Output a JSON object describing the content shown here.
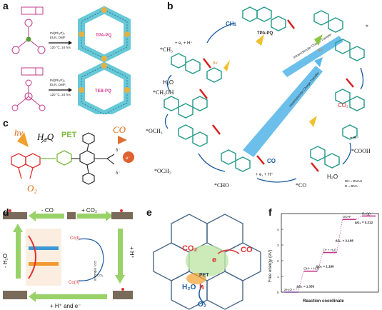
{
  "panels": {
    "a": {
      "label": "a",
      "cond1": [
        "Pd(Ph₃P)₄",
        "Et₃N, DMF",
        "120 °C, 24 hrs"
      ],
      "cond2": [
        "Pd(Ph₃P)₄",
        "Et₃N, DMF,",
        "120 °C, 24 hrs"
      ],
      "framework1": "TPA-PQ",
      "framework2": "TEB-PQ"
    },
    "b": {
      "label": "b",
      "ch4": "CH₄",
      "tpa_pq": "TPA-PQ",
      "ict": "Intramolecular Charge Transfer",
      "ict2": "Intramolecular Charge Transfer",
      "hv": "hv",
      "co2": "CO₂",
      "co": "CO",
      "h2o": "H₂O",
      "star": "*",
      "intermediates": [
        "*CH₃",
        "*CH₃OH",
        "*OCH₃",
        "*OCH₂",
        "*CHO",
        "*CO",
        "*COOH"
      ],
      "step": "+ e, + H⁺",
      "h_plus": "+ H⁺",
      "dh_def": "DH = BNAH",
      "d_def": "D = BNA"
    },
    "c": {
      "label": "c",
      "hv": "hv",
      "h2o": "H₂O",
      "o2": "O₂",
      "pet": "PET",
      "co": "CO",
      "e": "e⁻",
      "delta": "δ⁻"
    },
    "d": {
      "label": "d",
      "minus_co": "- CO",
      "plus_co2": "+ CO₂",
      "minus_h2o": "- H₂O",
      "plus_h": "+ H⁺",
      "bottom": "+ H⁺ and e⁻",
      "co_i": "Co(I)",
      "co_ii": "Co(II)",
      "co2": "CO₂",
      "reduction": "CO₂ reduction"
    },
    "e": {
      "label": "e",
      "co2": "CO₂",
      "co": "CO",
      "pet": "PET",
      "e1": "e",
      "h": "h",
      "h2o": "H₂O",
      "o2": "O₂"
    },
    "f": {
      "label": "f",
      "ylabel": "Free energy (eV)",
      "xlabel": "Reaction coordinate",
      "yticks": [
        "4",
        "3",
        "2",
        "1",
        "0"
      ],
      "species": [
        "2H₂O + *",
        "OH* + H₂O",
        "O* + H₂O",
        "OOH*",
        "O₂ (g)"
      ],
      "deltas": [
        "ΔG₁ = 1.333",
        "ΔG₂ = 1.189",
        "ΔG₃ = 2.108",
        "ΔG₄ = 0.212"
      ]
    }
  },
  "chart_data": {
    "type": "line",
    "title": "",
    "xlabel": "Reaction coordinate",
    "ylabel": "Free energy (eV)",
    "ylim": [
      0,
      5
    ],
    "series": [
      {
        "name": "",
        "x": [
          "2H₂O + *",
          "OH* + H₂O",
          "O* + H₂O",
          "OOH*",
          "O₂ (g)"
        ],
        "values": [
          0,
          1.333,
          2.522,
          4.63,
          4.842
        ]
      }
    ]
  },
  "colors": {
    "cyan": "#3ec1c9",
    "green": "#8cc63f",
    "blue": "#3a98d4",
    "red": "#e02020",
    "orange": "#f29a2e"
  }
}
